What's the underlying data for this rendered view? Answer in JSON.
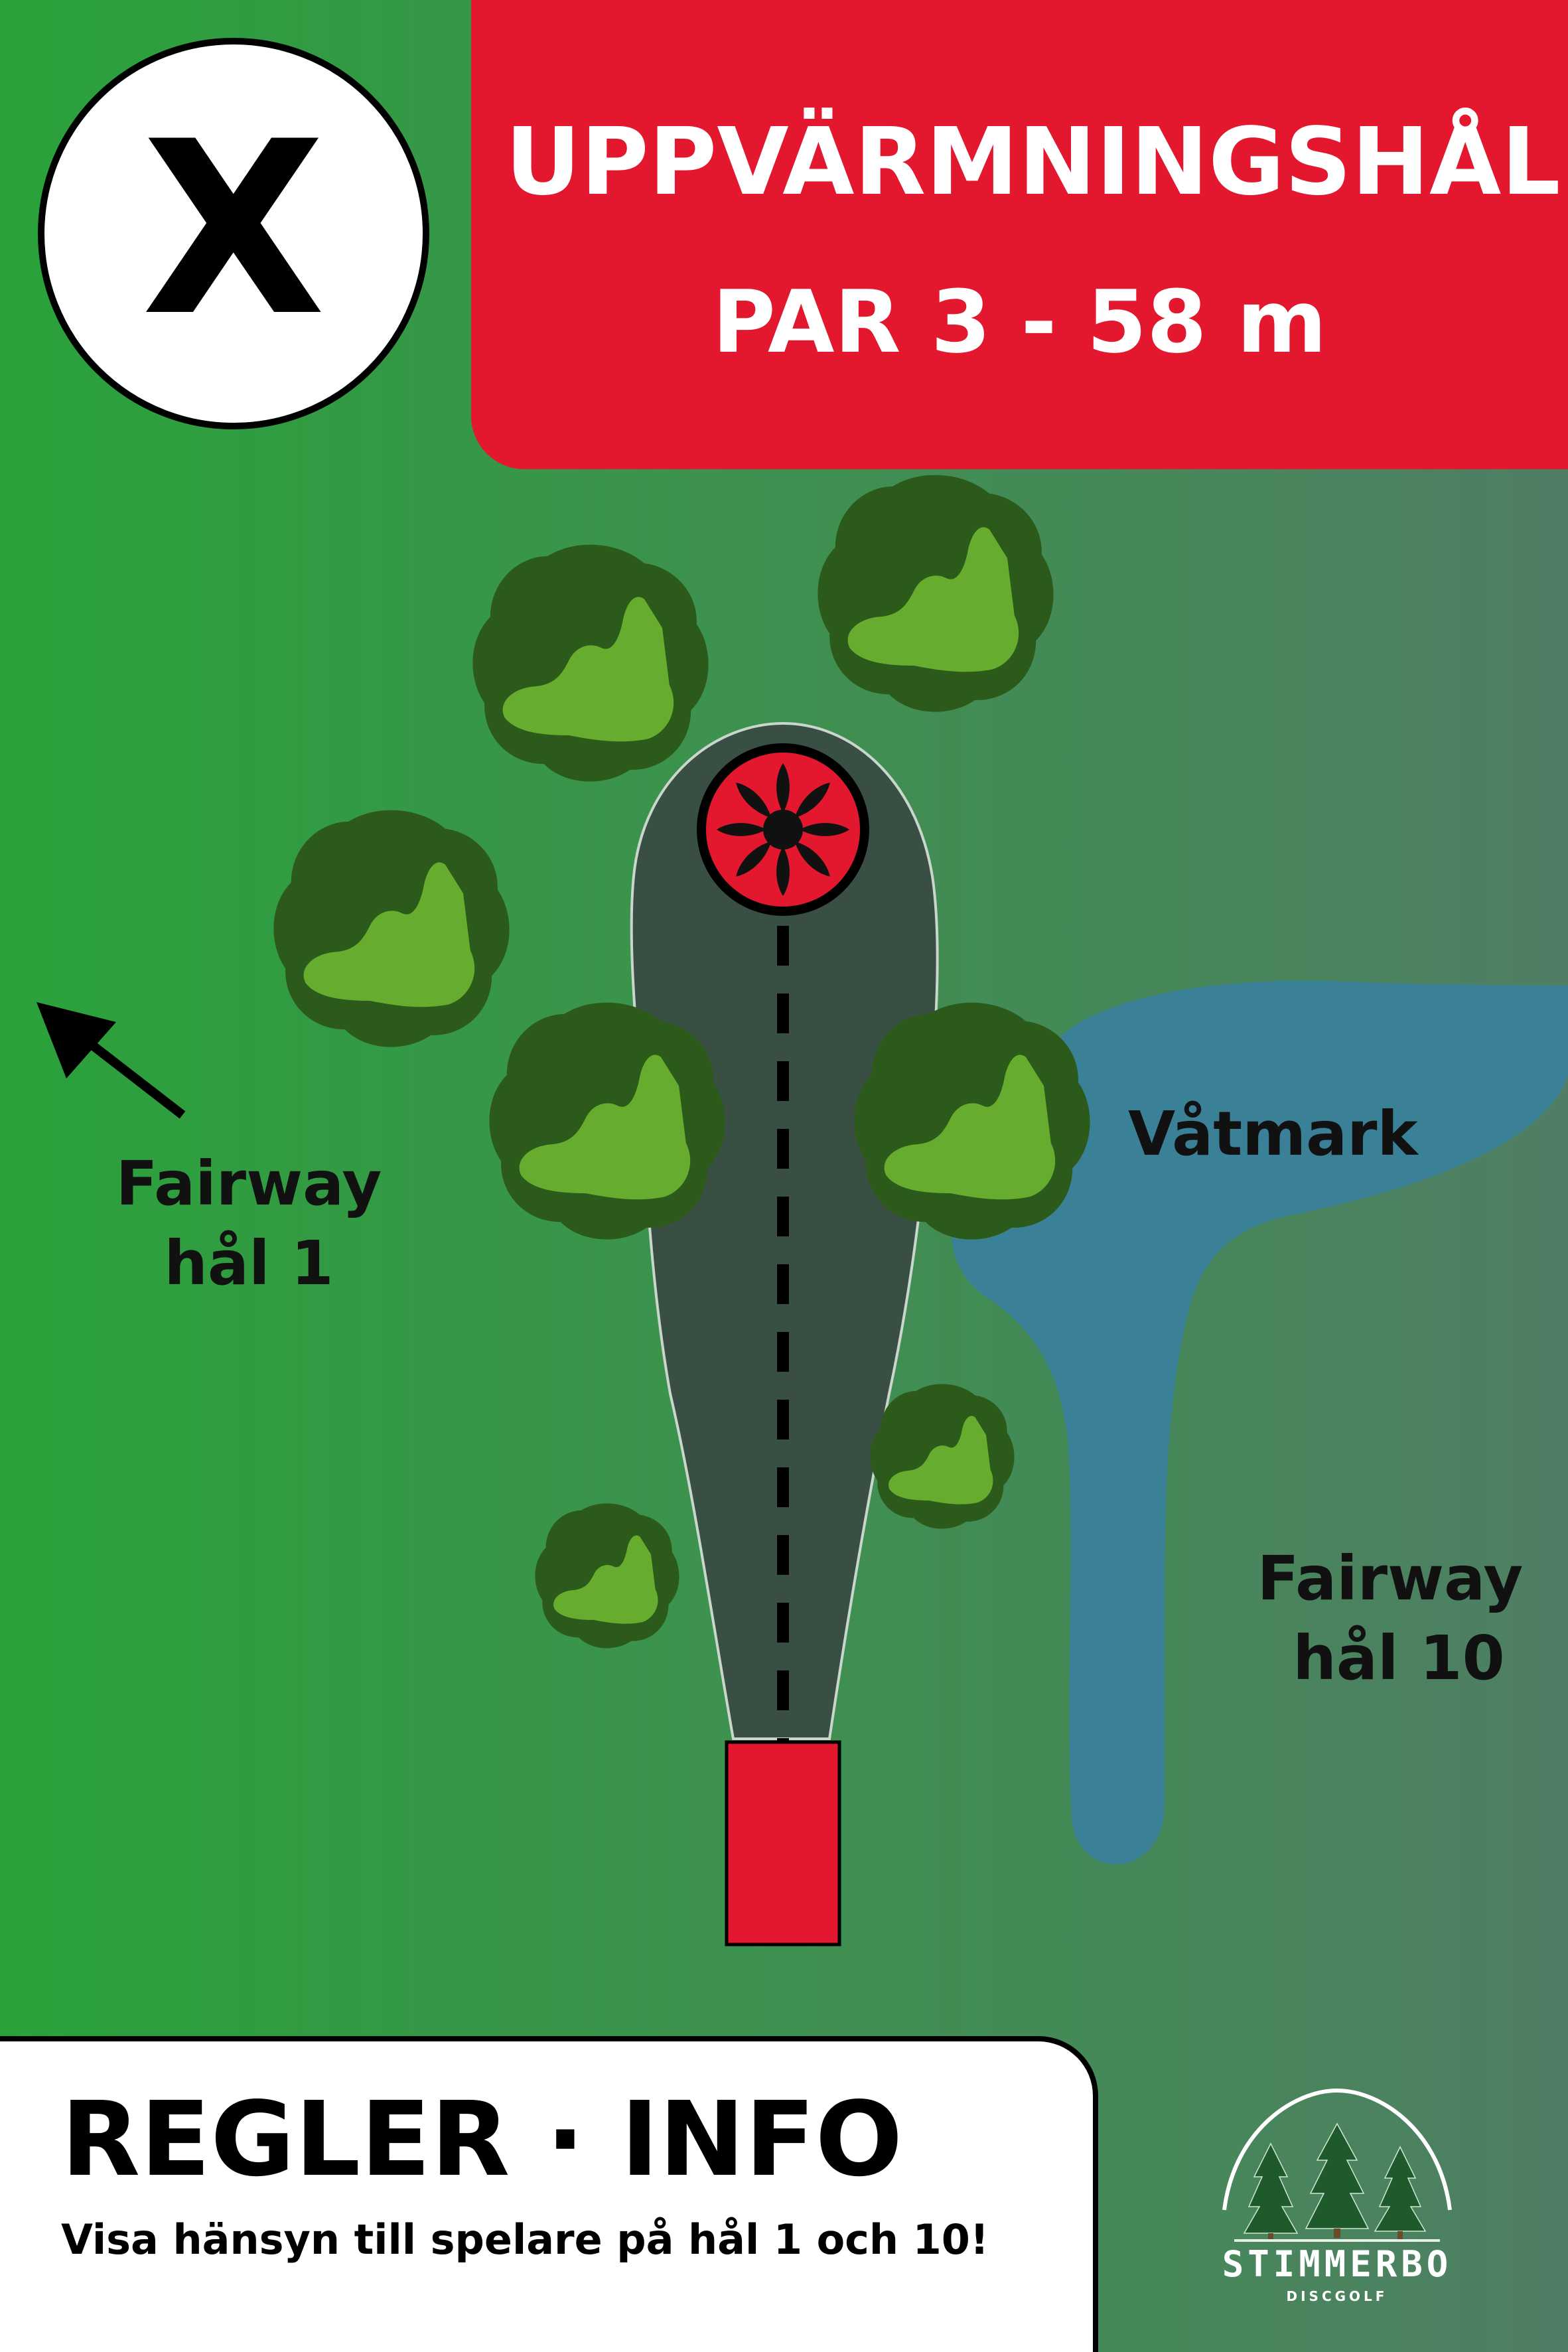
{
  "hole": {
    "number": "X",
    "title": "UPPVÄRMNINGSHÅL",
    "par_distance": "PAR 3 - 58 m"
  },
  "map_labels": {
    "wetland": "Våtmark",
    "fairway_1": [
      "Fairway",
      "hål 1"
    ],
    "fairway_10": [
      "Fairway",
      "hål 10"
    ]
  },
  "info_box": {
    "heading": "REGLER · INFO",
    "text": "Visa hänsyn till spelare på hål 1 och 10!"
  },
  "logo": {
    "name": "STIMMERBO",
    "subtitle": "DISCGOLF"
  },
  "colors": {
    "header_red": "#e3182f",
    "tee_red": "#e3182f",
    "grass_left": "#2aa23a",
    "grass_right": "#4f7e64",
    "fairway_dark": "#394f43",
    "water": "#3a8198",
    "tree_dark": "#2c5a1a",
    "tree_light": "#66ad2f"
  },
  "icons": [
    "basket-icon",
    "tee-pad",
    "tree-icon",
    "direction-arrow-icon",
    "stimmerbo-logo"
  ]
}
